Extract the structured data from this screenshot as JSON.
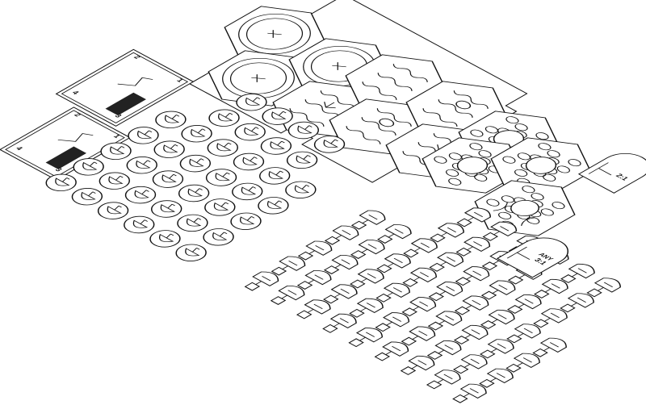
{
  "cards": [
    {
      "numbers": [
        "1",
        "2",
        "3",
        "4"
      ],
      "icon": "ship-icon"
    },
    {
      "numbers": [
        "1",
        "2",
        "3",
        "4"
      ],
      "icon": "weapons-icon"
    }
  ],
  "ports": [
    {
      "line1": "",
      "ratio": "2:1"
    },
    {
      "line1": "ANY",
      "ratio": "3:1"
    }
  ],
  "tiles": [
    "whirlpool",
    "whirlpool",
    "whirlpool",
    "waves-bird",
    "waves",
    "waves-turtle",
    "waves-turtle",
    "waves-bird",
    "rocks-hole",
    "rocks-hole",
    "rocks-hole",
    "rocks-monster"
  ],
  "token_count": 38,
  "boat_count": 56
}
